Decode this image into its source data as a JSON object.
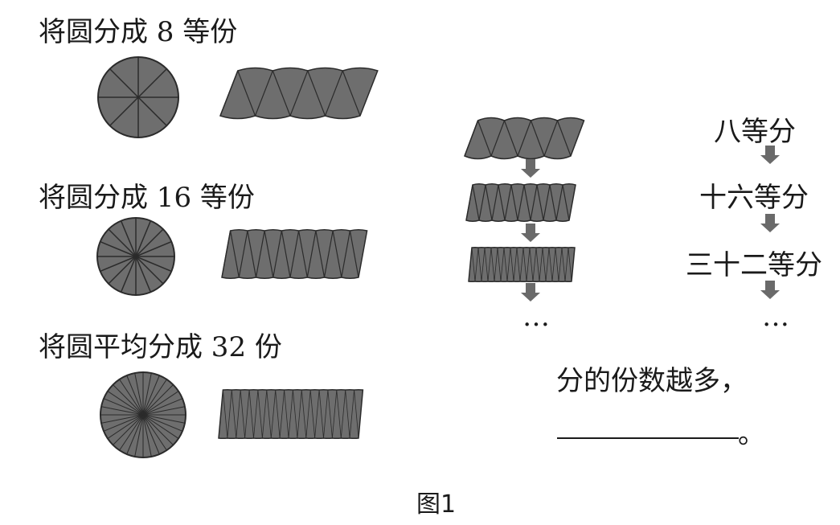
{
  "rows": [
    {
      "label": "将圆分成 8 等份",
      "pieces": 8
    },
    {
      "label": "将圆分成 16 等份",
      "pieces": 16
    },
    {
      "label": "将圆平均分成 32 份",
      "pieces": 32
    }
  ],
  "sequence": {
    "shapes": [
      8,
      16,
      32
    ],
    "ellipsis": "…"
  },
  "stages": {
    "labels": [
      "八等分",
      "十六等分",
      "三十二等分"
    ],
    "ellipsis": "…"
  },
  "conclusion": {
    "text": "分的份数越多，",
    "end_mark": "。"
  },
  "figure_caption": "图1",
  "colors": {
    "fill": "#6e6e6e",
    "stroke": "#2b2b2b",
    "arrow": "#6a6a6a",
    "text": "#1a1a1a"
  }
}
